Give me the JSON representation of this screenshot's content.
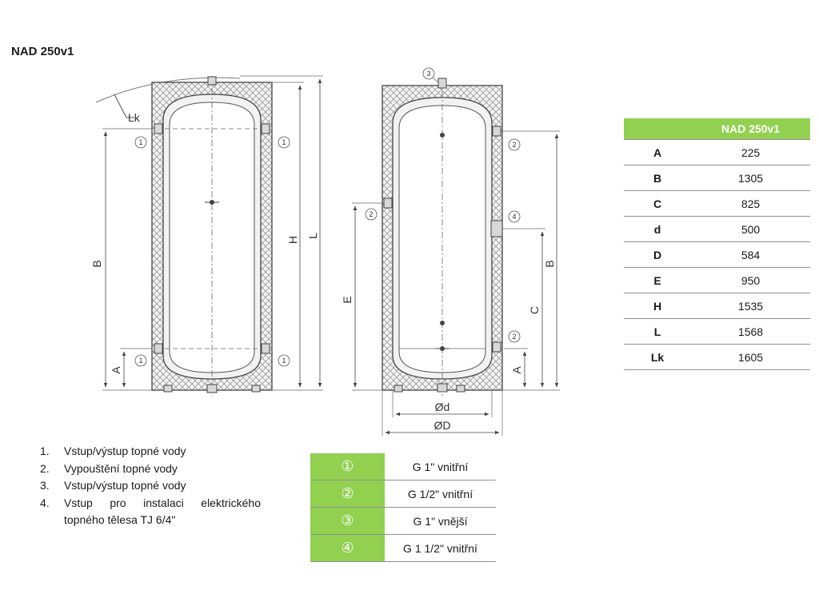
{
  "title": "NAD 250v1",
  "dimensions": {
    "header": "NAD 250v1",
    "rows": [
      {
        "key": "A",
        "value": "225"
      },
      {
        "key": "B",
        "value": "1305"
      },
      {
        "key": "C",
        "value": "825"
      },
      {
        "key": "d",
        "value": "500"
      },
      {
        "key": "D",
        "value": "584"
      },
      {
        "key": "E",
        "value": "950"
      },
      {
        "key": "H",
        "value": "1535"
      },
      {
        "key": "L",
        "value": "1568"
      },
      {
        "key": "Lk",
        "value": "1605"
      }
    ]
  },
  "legend": [
    {
      "num": "1.",
      "text": "Vstup/výstup topné vody"
    },
    {
      "num": "2.",
      "text": "Vypouštění topné vody"
    },
    {
      "num": "3.",
      "text": "Vstup/výstup topné vody"
    },
    {
      "num": "4.",
      "text": "Vstup pro instalaci elektrického",
      "text2": "topného tělesa TJ 6/4\""
    }
  ],
  "connections": [
    {
      "symbol": "①",
      "spec": "G 1\" vnitřní"
    },
    {
      "symbol": "②",
      "spec": "G 1/2\" vnitřní"
    },
    {
      "symbol": "③",
      "spec": "G 1\" vnější"
    },
    {
      "symbol": "④",
      "spec": "G 1 1/2\" vnitřní"
    }
  ],
  "drawing": {
    "labels": {
      "lk": "Lk",
      "b": "B",
      "a": "A",
      "h": "H",
      "l": "L",
      "e": "E",
      "c": "C",
      "d_small": "Ød",
      "d_big": "ØD",
      "c1": "1",
      "c2": "2",
      "c3": "3",
      "c4": "4"
    }
  }
}
